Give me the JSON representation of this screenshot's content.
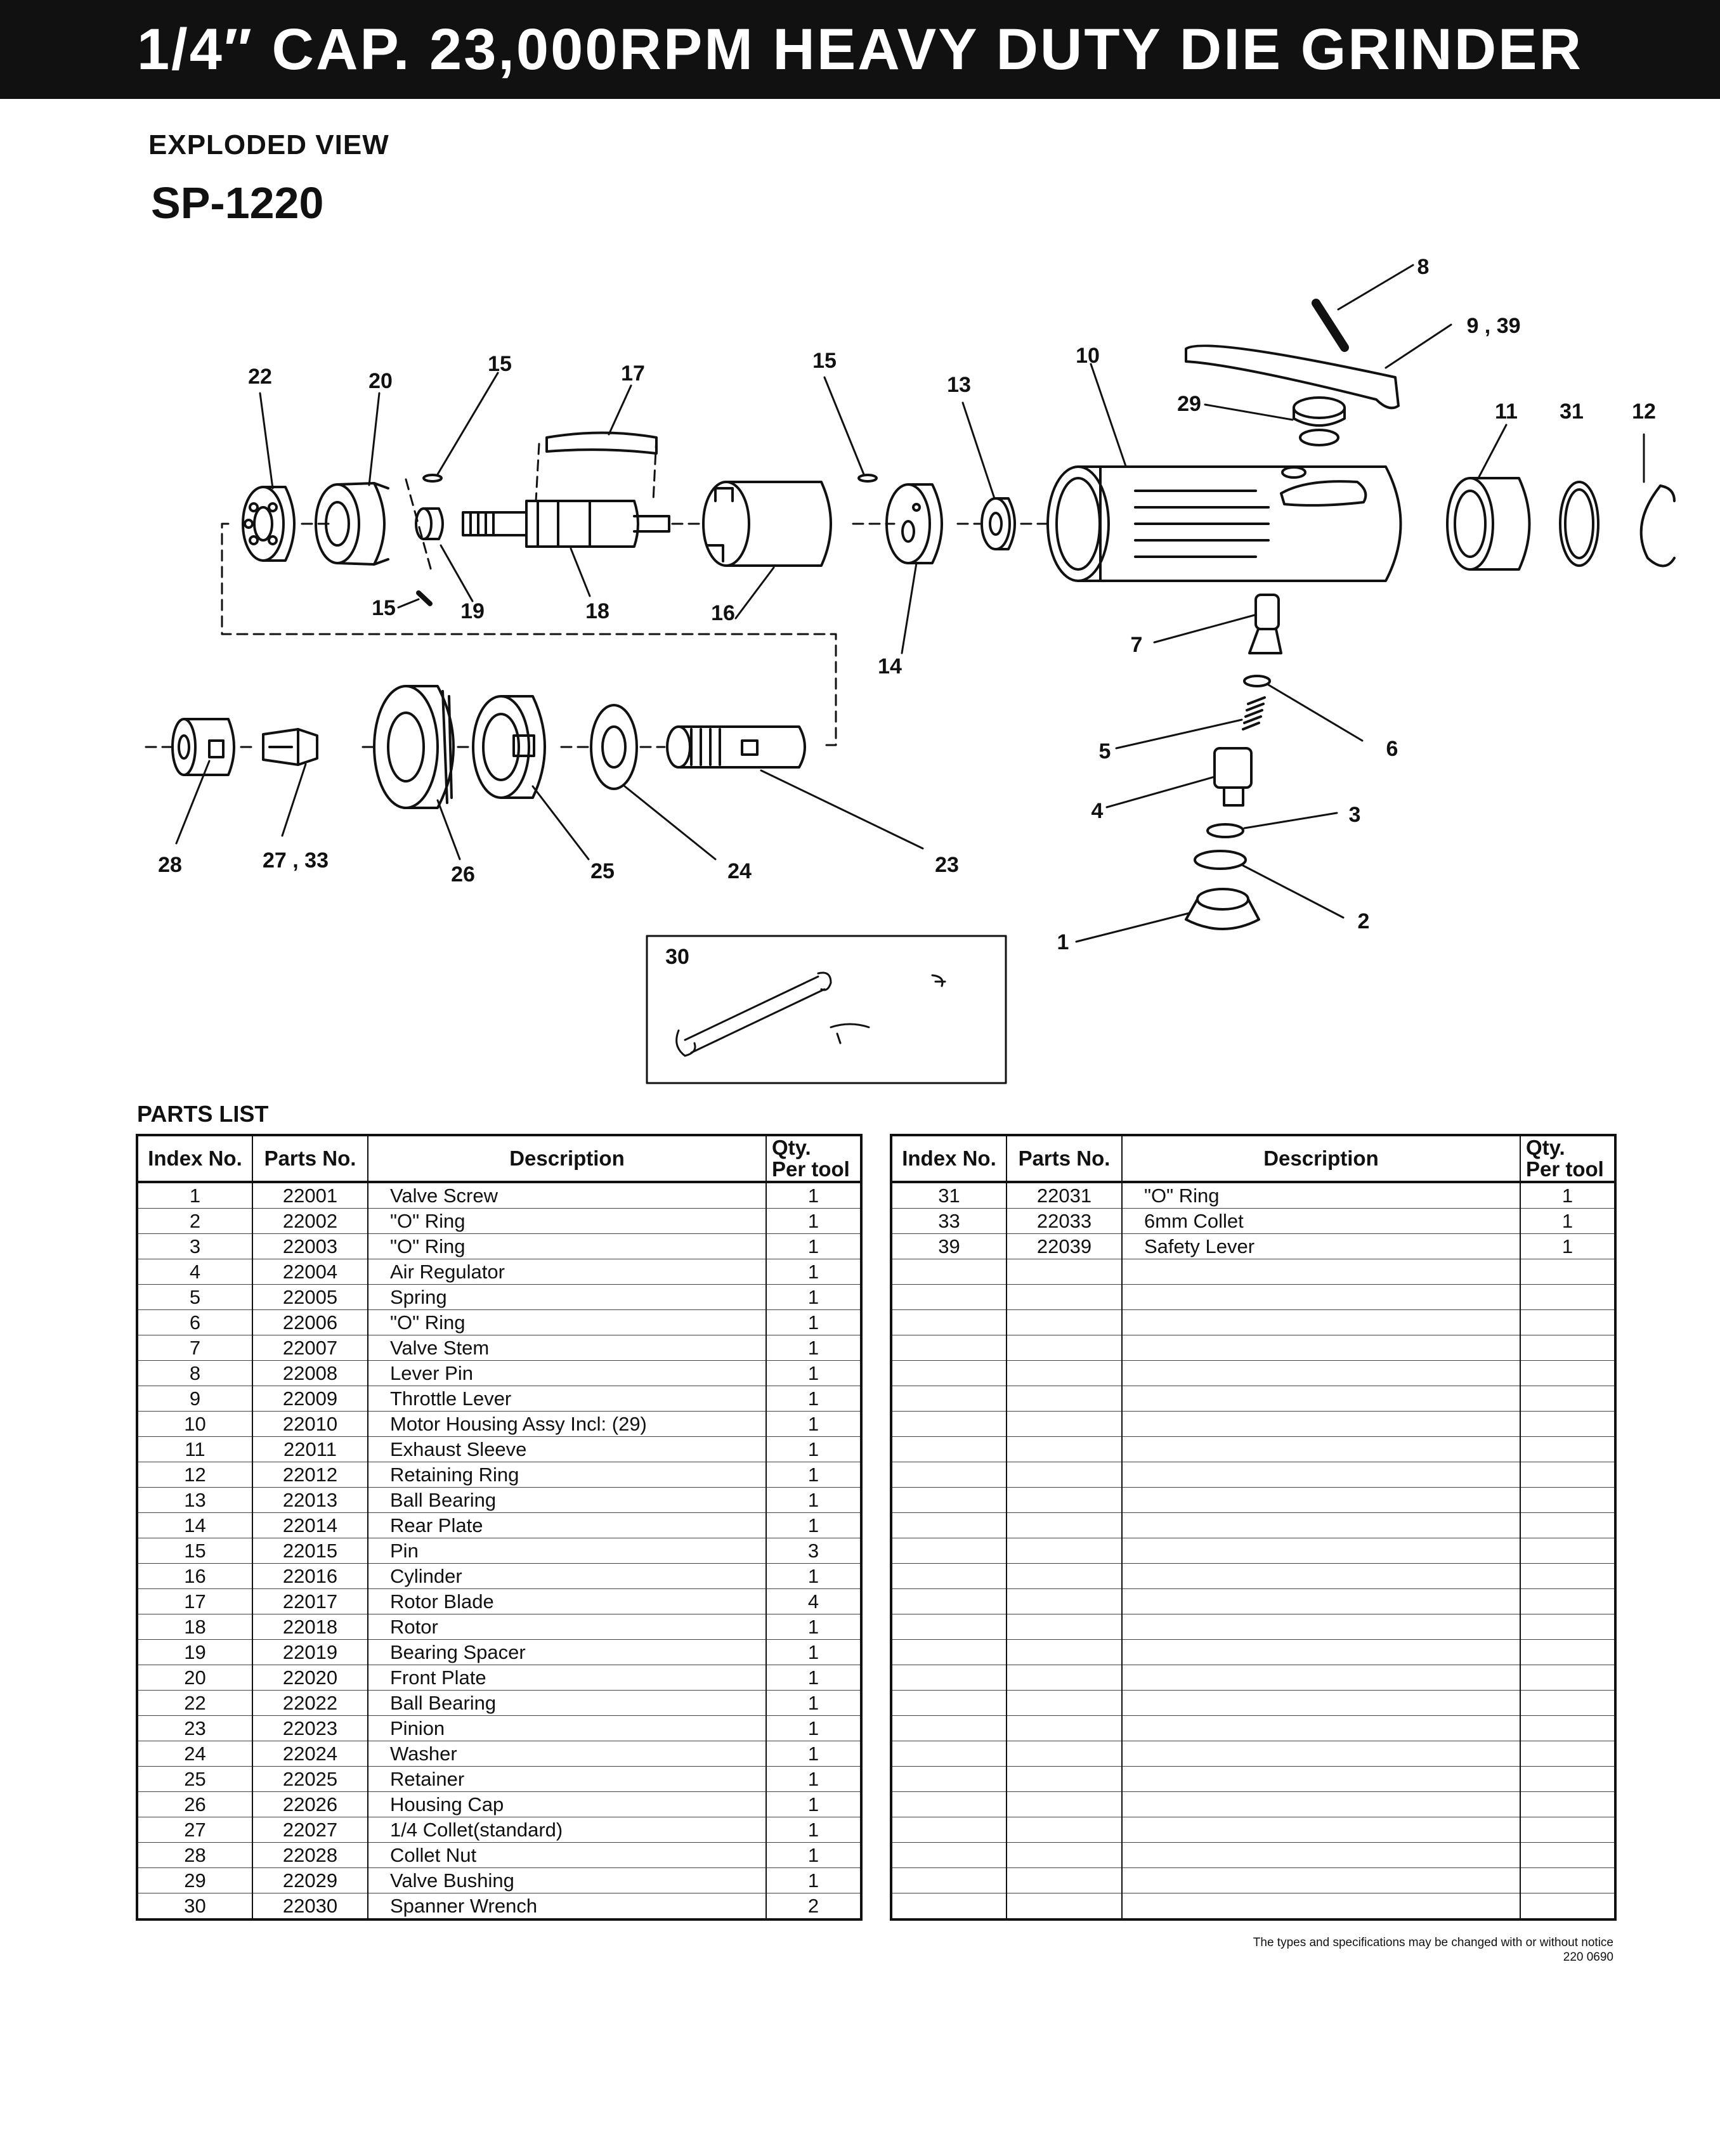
{
  "header": {
    "title": "1/4″ CAP. 23,000RPM HEAVY DUTY DIE GRINDER"
  },
  "section": {
    "label": "EXPLODED VIEW",
    "model": "SP-1220"
  },
  "diagram": {
    "callouts": {
      "c8": "8",
      "c9_39": "9 , 39",
      "c10": "10",
      "c11": "11",
      "c31": "31",
      "c12": "12",
      "c22": "22",
      "c20": "20",
      "c15a": "15",
      "c17": "17",
      "c15b": "15",
      "c13": "13",
      "c29": "29",
      "c15c": "15",
      "c19": "19",
      "c18": "18",
      "c16": "16",
      "c14": "14",
      "c7": "7",
      "c6": "6",
      "c5": "5",
      "c4": "4",
      "c3": "3",
      "c2": "2",
      "c1": "1",
      "c28": "28",
      "c27_33": "27 , 33",
      "c26": "26",
      "c25": "25",
      "c24": "24",
      "c23": "23",
      "c30": "30"
    }
  },
  "parts_list": {
    "title": "PARTS LIST",
    "headers": {
      "index": "Index No.",
      "parts": "Parts No.",
      "desc": "Description",
      "qty1": "Qty.",
      "qty2": "Per tool"
    },
    "left_rows": [
      {
        "index": "1",
        "part": "22001",
        "desc": "Valve Screw",
        "qty": "1"
      },
      {
        "index": "2",
        "part": "22002",
        "desc": "\"O\" Ring",
        "qty": "1"
      },
      {
        "index": "3",
        "part": "22003",
        "desc": "\"O\" Ring",
        "qty": "1"
      },
      {
        "index": "4",
        "part": "22004",
        "desc": "Air Regulator",
        "qty": "1"
      },
      {
        "index": "5",
        "part": "22005",
        "desc": "Spring",
        "qty": "1"
      },
      {
        "index": "6",
        "part": "22006",
        "desc": "\"O\" Ring",
        "qty": "1"
      },
      {
        "index": "7",
        "part": "22007",
        "desc": "Valve Stem",
        "qty": "1"
      },
      {
        "index": "8",
        "part": "22008",
        "desc": "Lever Pin",
        "qty": "1"
      },
      {
        "index": "9",
        "part": "22009",
        "desc": "Throttle Lever",
        "qty": "1"
      },
      {
        "index": "10",
        "part": "22010",
        "desc": "Motor Housing Assy Incl: (29)",
        "qty": "1"
      },
      {
        "index": "11",
        "part": "22011",
        "desc": "Exhaust Sleeve",
        "qty": "1"
      },
      {
        "index": "12",
        "part": "22012",
        "desc": "Retaining Ring",
        "qty": "1"
      },
      {
        "index": "13",
        "part": "22013",
        "desc": "Ball Bearing",
        "qty": "1"
      },
      {
        "index": "14",
        "part": "22014",
        "desc": "Rear Plate",
        "qty": "1"
      },
      {
        "index": "15",
        "part": "22015",
        "desc": "Pin",
        "qty": "3"
      },
      {
        "index": "16",
        "part": "22016",
        "desc": "Cylinder",
        "qty": "1"
      },
      {
        "index": "17",
        "part": "22017",
        "desc": "Rotor Blade",
        "qty": "4"
      },
      {
        "index": "18",
        "part": "22018",
        "desc": "Rotor",
        "qty": "1"
      },
      {
        "index": "19",
        "part": "22019",
        "desc": "Bearing Spacer",
        "qty": "1"
      },
      {
        "index": "20",
        "part": "22020",
        "desc": "Front Plate",
        "qty": "1"
      },
      {
        "index": "22",
        "part": "22022",
        "desc": "Ball Bearing",
        "qty": "1"
      },
      {
        "index": "23",
        "part": "22023",
        "desc": "Pinion",
        "qty": "1"
      },
      {
        "index": "24",
        "part": "22024",
        "desc": "Washer",
        "qty": "1"
      },
      {
        "index": "25",
        "part": "22025",
        "desc": "Retainer",
        "qty": "1"
      },
      {
        "index": "26",
        "part": "22026",
        "desc": "Housing Cap",
        "qty": "1"
      },
      {
        "index": "27",
        "part": "22027",
        "desc": "1/4 Collet(standard)",
        "qty": "1"
      },
      {
        "index": "28",
        "part": "22028",
        "desc": "Collet Nut",
        "qty": "1"
      },
      {
        "index": "29",
        "part": "22029",
        "desc": "Valve Bushing",
        "qty": "1"
      },
      {
        "index": "30",
        "part": "22030",
        "desc": "Spanner Wrench",
        "qty": "2"
      }
    ],
    "right_rows": [
      {
        "index": "31",
        "part": "22031",
        "desc": "\"O\" Ring",
        "qty": "1"
      },
      {
        "index": "33",
        "part": "22033",
        "desc": "6mm Collet",
        "qty": "1"
      },
      {
        "index": "39",
        "part": "22039",
        "desc": "Safety Lever",
        "qty": "1"
      }
    ],
    "right_blank_rows": 26
  },
  "footer": {
    "notice": "The types and specifications may be changed with or without notice",
    "code": "220 0690"
  }
}
